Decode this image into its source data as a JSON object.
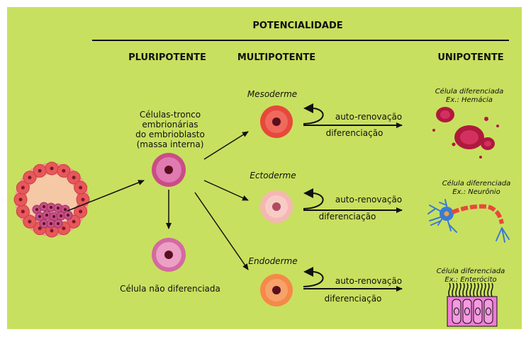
{
  "header": {
    "title": "POTENCIALIDADE",
    "col_pluri": "PLURIPOTENTE",
    "col_multi": "MULTIPOTENTE",
    "col_uni": "UNIPOTENTE"
  },
  "pluripotent": {
    "stem_line1": "Células-tronco",
    "stem_line2": "embrionárias",
    "stem_line3": "do embrioblasto",
    "stem_line4": "(massa interna)",
    "undiff_label": "Célula não diferenciada"
  },
  "multipotent": [
    {
      "name": "Mesoderme",
      "self_renew": "auto-renovação",
      "differentiation": "diferenciação"
    },
    {
      "name": "Ectoderme",
      "self_renew": "auto-renovação",
      "differentiation": "diferenciação"
    },
    {
      "name": "Endoderme",
      "self_renew": "auto-renovação",
      "differentiation": "diferenciação"
    }
  ],
  "unipotent": [
    {
      "title": "Célula diferenciada",
      "example": "Ex.: Hemácia",
      "icon": "red-blood-cells-icon"
    },
    {
      "title": "Célula diferenciada",
      "example": "Ex.: Neurônio",
      "icon": "neuron-icon"
    },
    {
      "title": "Célula diferenciada",
      "example": "Ex.: Enterócito",
      "icon": "enterocyte-icon"
    }
  ],
  "colors": {
    "background": "#c8e05f",
    "stem_outer": "#c84e86",
    "stem_inner": "#e07ab0",
    "nucleus": "#5a0f1f",
    "mesoderm_outer": "#e8483c",
    "ectoderm_outer": "#f5b7b3",
    "endoderm_outer": "#f5894a",
    "blood": "#b0193e",
    "neuron": "#3a7bd5",
    "enterocyte": "#f07ad8"
  }
}
